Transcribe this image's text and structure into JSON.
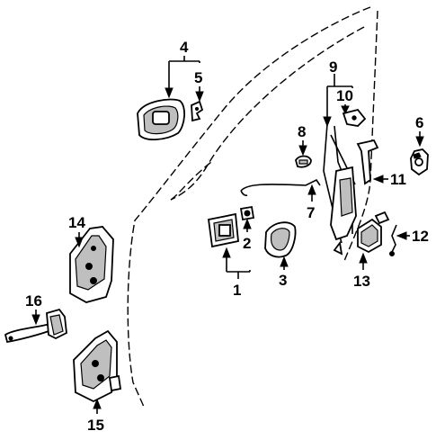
{
  "callouts": {
    "c1": "1",
    "c2": "2",
    "c3": "3",
    "c4": "4",
    "c5": "5",
    "c6": "6",
    "c7": "7",
    "c8": "8",
    "c9": "9",
    "c10": "10",
    "c11": "11",
    "c12": "12",
    "c13": "13",
    "c14": "14",
    "c15": "15",
    "c16": "16"
  },
  "parts": [
    {
      "callout": "1",
      "icon": "outside-handle-icon"
    },
    {
      "callout": "2",
      "icon": "lock-cylinder-icon"
    },
    {
      "callout": "3",
      "icon": "inside-handle-icon"
    },
    {
      "callout": "4",
      "icon": "inside-handle-bezel-icon"
    },
    {
      "callout": "5",
      "icon": "clip-icon"
    },
    {
      "callout": "6",
      "icon": "striker-icon"
    },
    {
      "callout": "7",
      "icon": "lock-rod-icon"
    },
    {
      "callout": "8",
      "icon": "clip-icon"
    },
    {
      "callout": "9",
      "icon": "lock-assembly-icon"
    },
    {
      "callout": "10",
      "icon": "lock-bracket-icon"
    },
    {
      "callout": "11",
      "icon": "lock-lever-icon"
    },
    {
      "callout": "12",
      "icon": "switch-icon"
    },
    {
      "callout": "13",
      "icon": "lock-actuator-icon"
    },
    {
      "callout": "14",
      "icon": "upper-hinge-icon"
    },
    {
      "callout": "15",
      "icon": "lower-hinge-icon"
    },
    {
      "callout": "16",
      "icon": "door-check-icon"
    }
  ]
}
